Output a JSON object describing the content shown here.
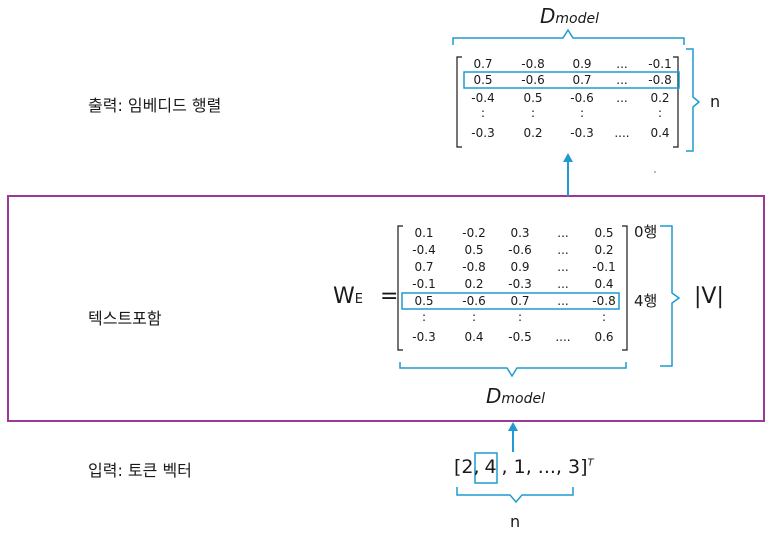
{
  "output_label": "출력: 임베디드 행렬",
  "module_label": "텍스트포함",
  "input_label": "입력: 토큰 벡터",
  "d_model": {
    "main": "D",
    "sub": "model"
  },
  "n_label": "n",
  "vocab_label": "|V|",
  "we_label": {
    "main": "W",
    "sub": "E",
    "eq": "="
  },
  "row_labels": {
    "first": "0행",
    "fifth": "4행"
  },
  "output_matrix": [
    [
      "0.7",
      "-0.8",
      "0.9",
      "...",
      "-0.1"
    ],
    [
      "0.5",
      "-0.6",
      "0.7",
      "...",
      "-0.8"
    ],
    [
      "-0.4",
      "0.5",
      "-0.6",
      "...",
      "0.2"
    ],
    [
      ":",
      ":",
      ":",
      "",
      ":"
    ],
    [
      "-0.3",
      "0.2",
      "-0.3",
      "....",
      "0.4"
    ]
  ],
  "embed_matrix": [
    [
      "0.1",
      "-0.2",
      "0.3",
      "...",
      "0.5"
    ],
    [
      "-0.4",
      "0.5",
      "-0.6",
      "...",
      "0.2"
    ],
    [
      "0.7",
      "-0.8",
      "0.9",
      "...",
      "-0.1"
    ],
    [
      "-0.1",
      "0.2",
      "-0.3",
      "...",
      "0.4"
    ],
    [
      "0.5",
      "-0.6",
      "0.7",
      "...",
      "-0.8"
    ],
    [
      ":",
      ":",
      ":",
      "",
      ":"
    ],
    [
      "-0.3",
      "0.4",
      "-0.5",
      "....",
      "0.6"
    ]
  ],
  "token_vector": {
    "open": "[2,",
    "highlight": "4",
    "rest": ", 1, ..., 3]",
    "sup": "T"
  },
  "colors": {
    "accent": "#1f9bd1",
    "frame": "#9b3a96",
    "ink": "#1a1a1a"
  }
}
